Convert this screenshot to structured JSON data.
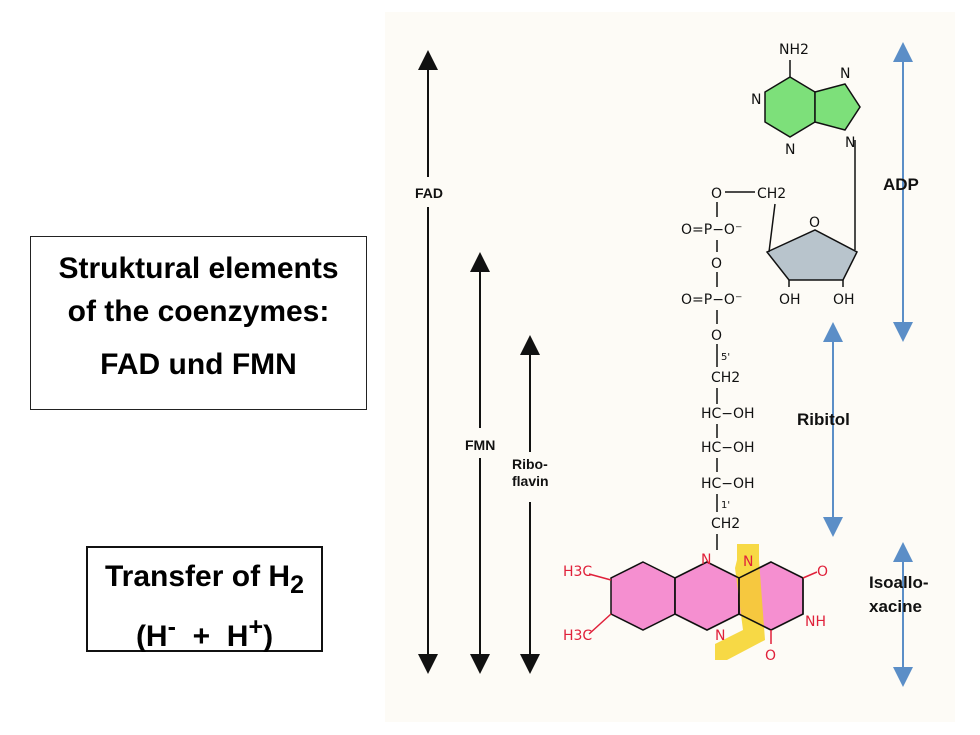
{
  "boxes": {
    "structural": {
      "line1": "Struktural elements",
      "line2": "of the coenzymes:",
      "line3": "FAD und FMN"
    },
    "transfer": {
      "prefix": "Transfer of H",
      "sub": "2",
      "line2_open": "(H",
      "minus": "-",
      "plus_sep": "  +  H",
      "plus": "+",
      "close": ")"
    }
  },
  "vertical_labels": {
    "fad": "FAD",
    "fmn": "FMN",
    "riboflavin_1": "Ribo-",
    "riboflavin_2": "flavin"
  },
  "side_labels": {
    "adp": "ADP",
    "ribitol": "Ribitol",
    "isoalloxazine_1": "Isoallo-",
    "isoalloxazine_2": "xacine"
  },
  "chem": {
    "nh2": "NH2",
    "n": "N",
    "o": "O",
    "ch2": "CH2",
    "p_left": "O=P−O⁻",
    "oh": "OH",
    "hc_oh": "HC−OH",
    "nh": "NH",
    "h3c": "H3C",
    "five": "5'",
    "one": "1'"
  },
  "colors": {
    "adenine": "#7de07a",
    "ribose": "#b8c4cc",
    "isoalloxazine": "#f58fd0",
    "highlight": "#f6d226",
    "arrow_blue": "#5b8ec7"
  }
}
